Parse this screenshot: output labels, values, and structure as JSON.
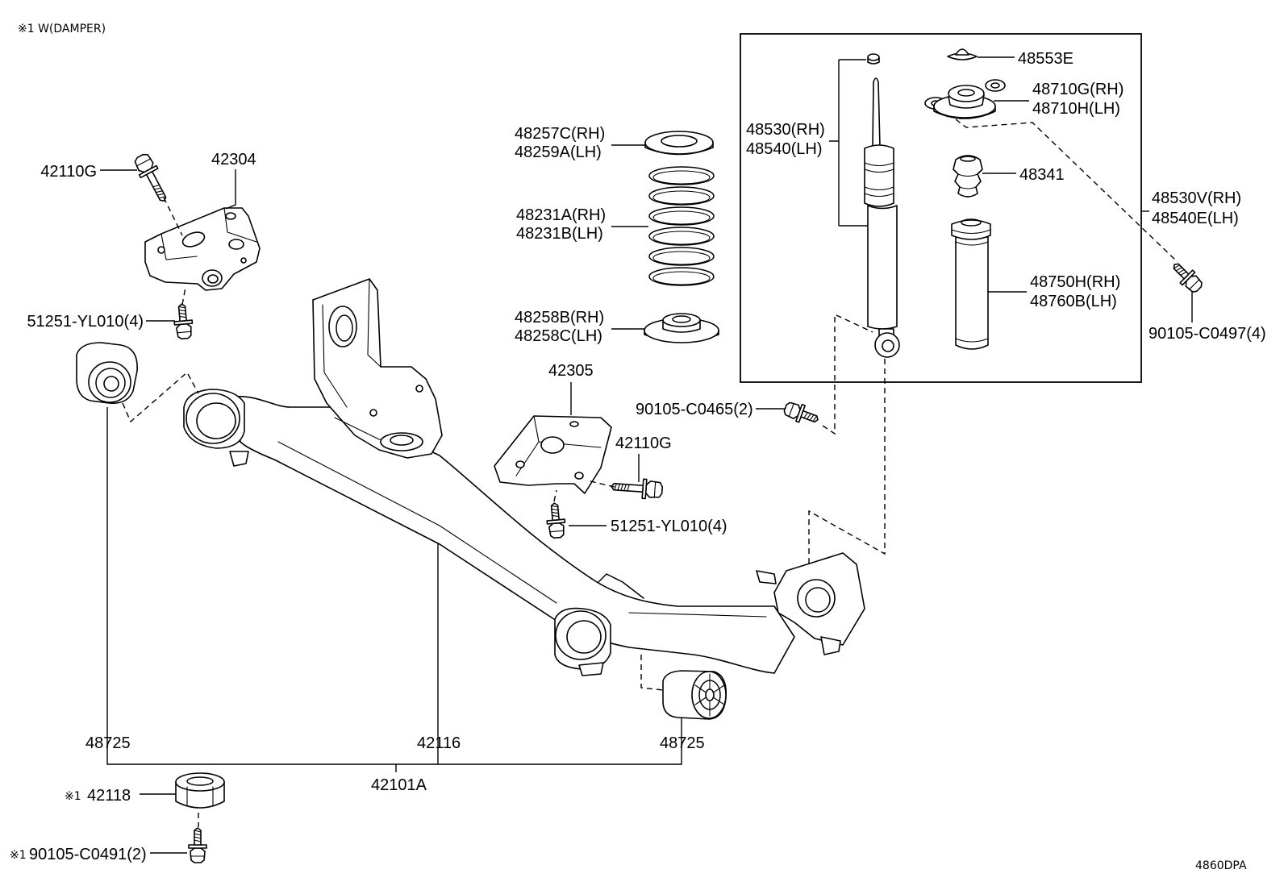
{
  "diagram": {
    "note": "※1 W(DAMPER)",
    "code": "4860DPA"
  },
  "callouts": {
    "bolt_42110g_left": "42110G",
    "bracket_42304": "42304",
    "bolt_51251_left": "51251-YL010(4)",
    "bushing_48725_left": "48725",
    "beam_42116": "42116",
    "bushing_48725_right": "48725",
    "axle_42101a": "42101A",
    "damper_mark": "※1",
    "damper_42118": "42118",
    "bolt_c0491_mark": "※1",
    "bolt_90105_c0491": "90105-C0491(2)",
    "seat_upper_rh": "48257C(RH)",
    "seat_upper_lh": "48259A(LH)",
    "spring_rh": "48231A(RH)",
    "spring_lh": "48231B(LH)",
    "seat_lower_rh": "48258B(RH)",
    "seat_lower_lh": "48258C(LH)",
    "bracket_42305": "42305",
    "bolt_42110g_mid": "42110G",
    "bolt_51251_mid": "51251-YL010(4)",
    "bolt_90105_c0465": "90105-C0465(2)",
    "shock_rh": "48530(RH)",
    "shock_lh": "48540(LH)",
    "cap_48553e": "48553E",
    "mount_rh": "48710G(RH)",
    "mount_lh": "48710H(LH)",
    "bump_stop_48341": "48341",
    "boot_rh": "48750H(RH)",
    "boot_lh": "48760B(LH)",
    "shock_assy_rh": "48530V(RH)",
    "shock_assy_lh": "48540E(LH)",
    "bolt_90105_c0497": "90105-C0497(4)"
  },
  "colors": {
    "line": "#000000",
    "background": "#ffffff"
  }
}
